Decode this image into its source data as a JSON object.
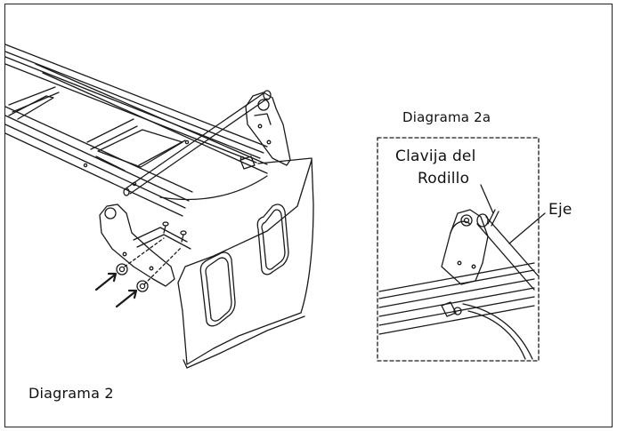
{
  "labels": {
    "diagram_2a_title": "Diagrama 2a",
    "roller_pin_line1": "Clavija del",
    "roller_pin_line2": "Rodillo",
    "axle": "Eje",
    "diagram_2_title": "Diagrama 2"
  },
  "colors": {
    "line": "#1a1a1a",
    "background": "#ffffff"
  }
}
